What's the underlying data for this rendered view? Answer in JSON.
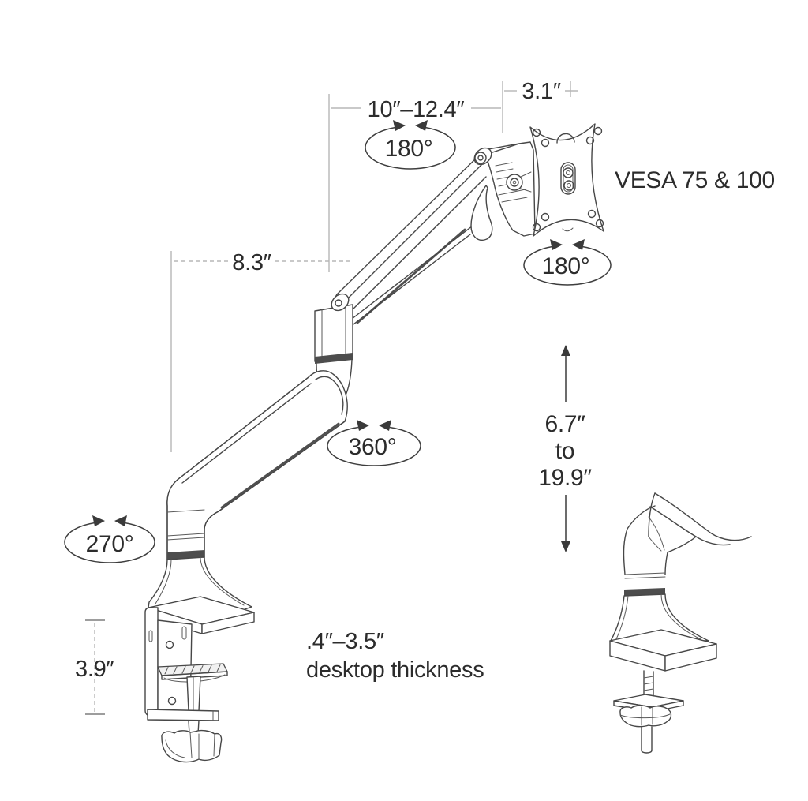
{
  "figure": {
    "type": "product-spec-diagram",
    "subject": "single monitor desk mount arm with clamp and grommet base",
    "background": "#ffffff",
    "line_color": "#474747",
    "dim_line_color": "#b7b7b7",
    "text_color": "#2c2c2c"
  },
  "labels": {
    "arm_extension": "10″–12.4″",
    "head_depth": "3.1″",
    "rotation_arm_top": "180°",
    "vesa_compatibility": "VESA 75 & 100",
    "rotation_head": "180°",
    "lower_arm_length": "8.3″",
    "rotation_elbow": "360°",
    "height_min": "6.7″",
    "height_connector": "to",
    "height_max": "19.9″",
    "rotation_base": "270°",
    "clamp_height": "3.9″",
    "desk_thickness_range": ".4″–3.5″",
    "desk_thickness_caption": "desktop thickness"
  }
}
